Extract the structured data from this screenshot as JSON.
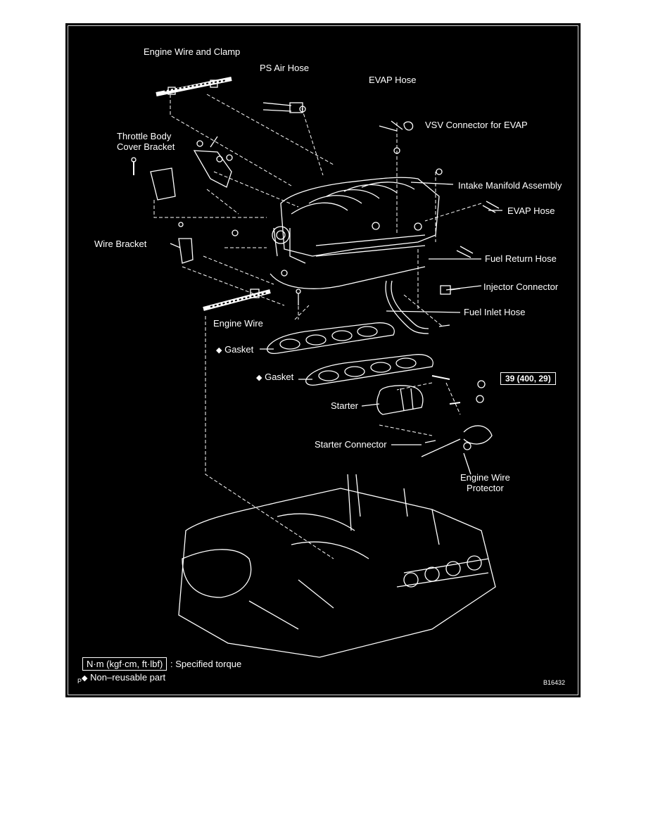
{
  "labels": {
    "engine_wire_and_clamp": "Engine Wire and Clamp",
    "ps_air_hose": "PS Air Hose",
    "evap_hose_top": "EVAP Hose",
    "vsv_connector": "VSV Connector for EVAP",
    "throttle_body_cover_bracket": "Throttle Body\nCover Bracket",
    "intake_manifold_assembly": "Intake Manifold Assembly",
    "evap_hose_right": "EVAP Hose",
    "wire_bracket": "Wire Bracket",
    "fuel_return_hose": "Fuel Return Hose",
    "injector_connector": "Injector Connector",
    "fuel_inlet_hose": "Fuel Inlet Hose",
    "engine_wire": "Engine Wire",
    "gasket_1": "Gasket",
    "gasket_2": "Gasket",
    "starter": "Starter",
    "starter_connector": "Starter Connector",
    "engine_wire_protector": "Engine Wire\nProtector"
  },
  "torque": "39 (400, 29)",
  "legend": {
    "unit_box": "N·m (kgf·cm, ft·lbf)",
    "unit_text": ": Specified torque",
    "non_reusable_prefix": "P",
    "non_reusable_text": "Non–reusable part"
  },
  "figure_code": "B16432",
  "colors": {
    "background": "#000000",
    "ink": "#ffffff",
    "page": "#ffffff"
  }
}
